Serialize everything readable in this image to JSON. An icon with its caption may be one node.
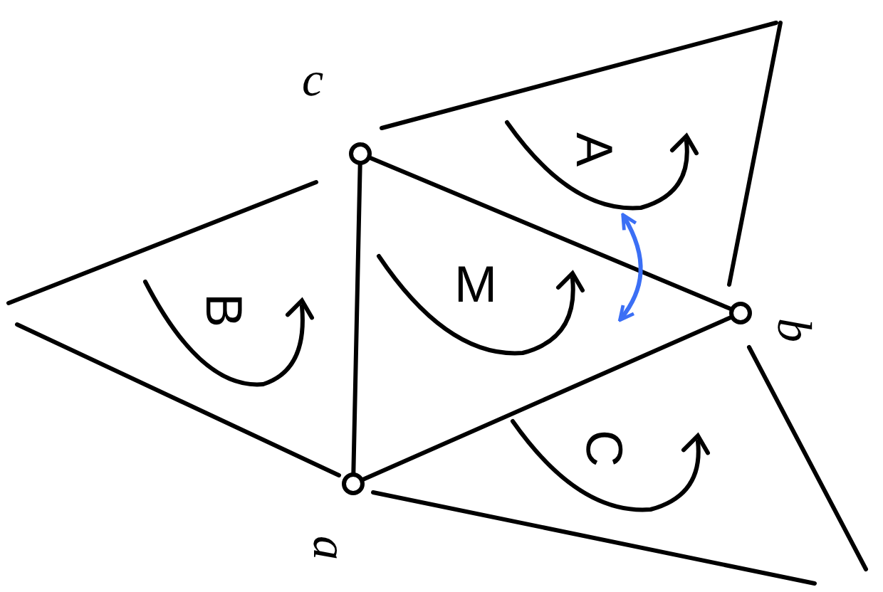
{
  "diagram": {
    "nodes": [
      {
        "text": [],
        "shape": "circle",
        "beside": [
          "c"
        ]
      },
      {
        "text": [],
        "shape": "circle",
        "beside": [
          "b"
        ]
      },
      {
        "text": [],
        "shape": "circle",
        "beside": [
          "a"
        ]
      },
      {
        "text": [
          "A"
        ]
      },
      {
        "text": [
          "M"
        ]
      },
      {
        "text": [
          "B"
        ]
      },
      {
        "text": [
          "C"
        ]
      }
    ],
    "edges": [
      {
        "from": 0,
        "to": 1,
        "arrow": "none"
      },
      {
        "from": 1,
        "to": 2,
        "arrow": "none"
      },
      {
        "from": 2,
        "to": 0,
        "arrow": "none"
      },
      {
        "from": 3,
        "to": 4,
        "arrow": "both",
        "color": "#3b6ff5"
      }
    ]
  }
}
